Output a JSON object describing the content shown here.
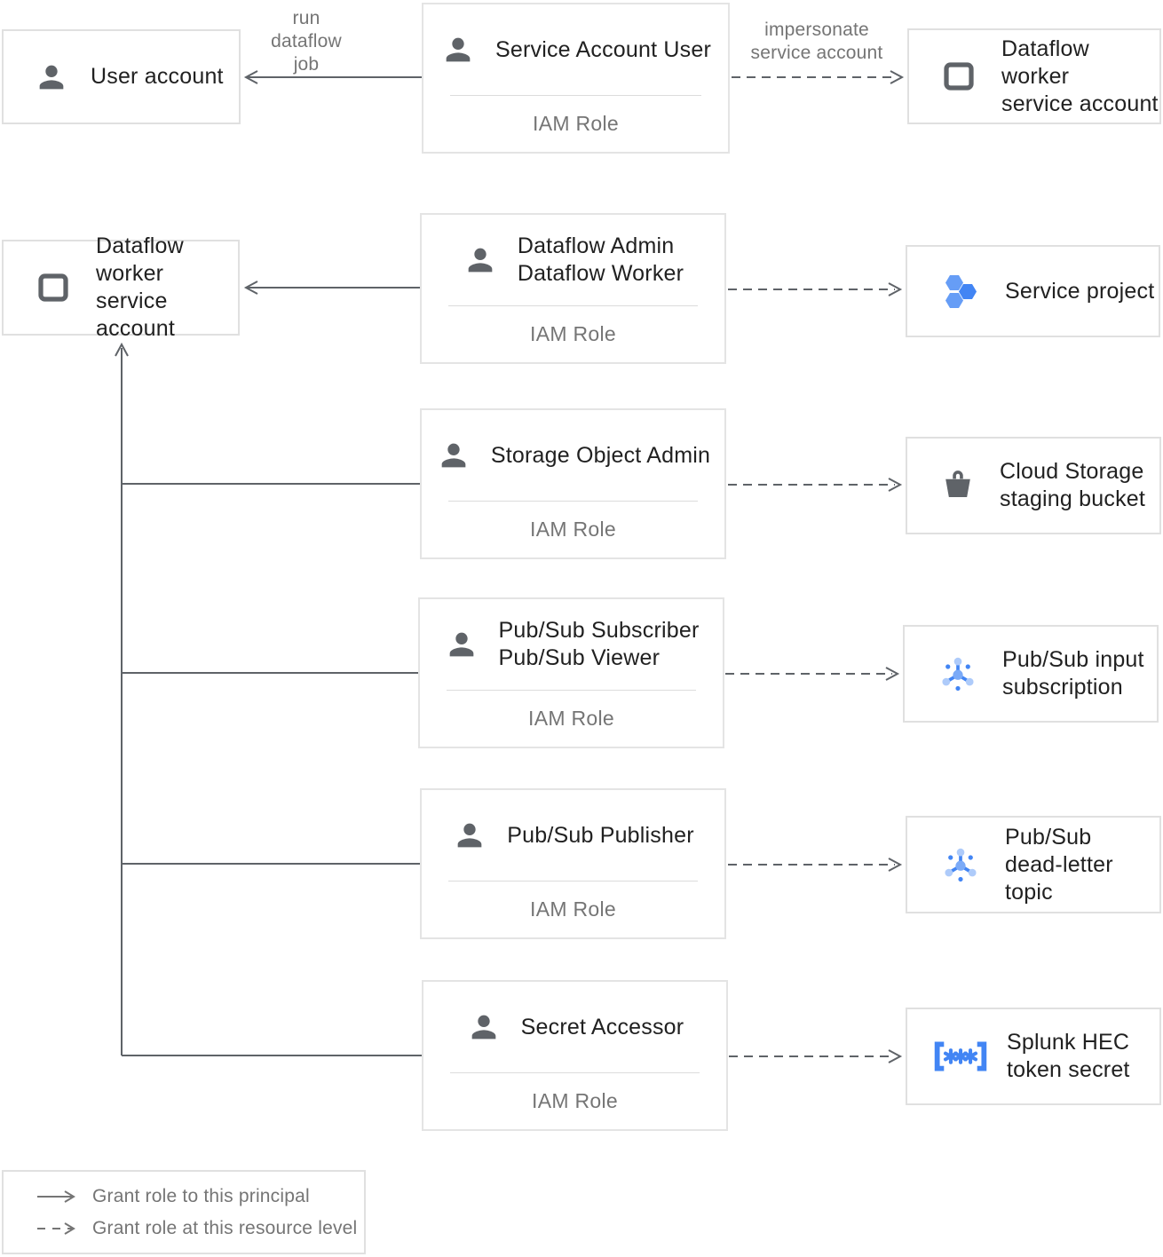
{
  "colors": {
    "text": "#212121",
    "muted": "#757575",
    "line": "#5f6368",
    "box_border": "#e0e0e0",
    "icon_gray": "#5f6368",
    "blue": "#4285f4",
    "blue_medium": "#669df6",
    "blue_light": "#aecbfa"
  },
  "nodes": {
    "user_account": {
      "icon": "person-icon",
      "lines": [
        "User account"
      ]
    },
    "service_account_user": {
      "icon": "person-icon",
      "lines": [
        "Service Account User"
      ],
      "sub": "IAM Role"
    },
    "dataflow_worker_sa_right": {
      "icon": "service-account-icon",
      "lines": [
        "Dataflow worker",
        "service account"
      ]
    },
    "dataflow_worker_sa_left": {
      "icon": "service-account-icon",
      "lines": [
        "Dataflow worker",
        "service account"
      ]
    },
    "dataflow_admin": {
      "icon": "person-icon",
      "lines": [
        "Dataflow Admin",
        "Dataflow Worker"
      ],
      "sub": "IAM Role"
    },
    "storage_object_admin": {
      "icon": "person-icon",
      "lines": [
        "Storage Object Admin"
      ],
      "sub": "IAM Role"
    },
    "pubsub_subscriber": {
      "icon": "person-icon",
      "lines": [
        "Pub/Sub Subscriber",
        "Pub/Sub Viewer"
      ],
      "sub": "IAM Role"
    },
    "pubsub_publisher": {
      "icon": "person-icon",
      "lines": [
        "Pub/Sub Publisher"
      ],
      "sub": "IAM Role"
    },
    "secret_accessor": {
      "icon": "person-icon",
      "lines": [
        "Secret Accessor"
      ],
      "sub": "IAM Role"
    },
    "service_project": {
      "icon": "project-hexagons-icon",
      "lines": [
        "Service project"
      ]
    },
    "cloud_storage_bucket": {
      "icon": "storage-bucket-icon",
      "lines": [
        "Cloud Storage",
        "staging bucket"
      ]
    },
    "pubsub_input_subscription": {
      "icon": "pubsub-icon",
      "lines": [
        "Pub/Sub input",
        "subscription"
      ]
    },
    "pubsub_deadletter_topic": {
      "icon": "pubsub-icon",
      "lines": [
        "Pub/Sub",
        "dead-letter topic"
      ]
    },
    "splunk_hec_secret": {
      "icon": "secret-icon",
      "lines": [
        "Splunk HEC",
        "token secret"
      ]
    }
  },
  "edge_labels": {
    "run_dataflow_job": [
      "run",
      "dataflow",
      "job"
    ],
    "impersonate": [
      "impersonate",
      "service account"
    ]
  },
  "legend": {
    "solid": "Grant role to this principal",
    "dashed": "Grant role at this resource level"
  }
}
